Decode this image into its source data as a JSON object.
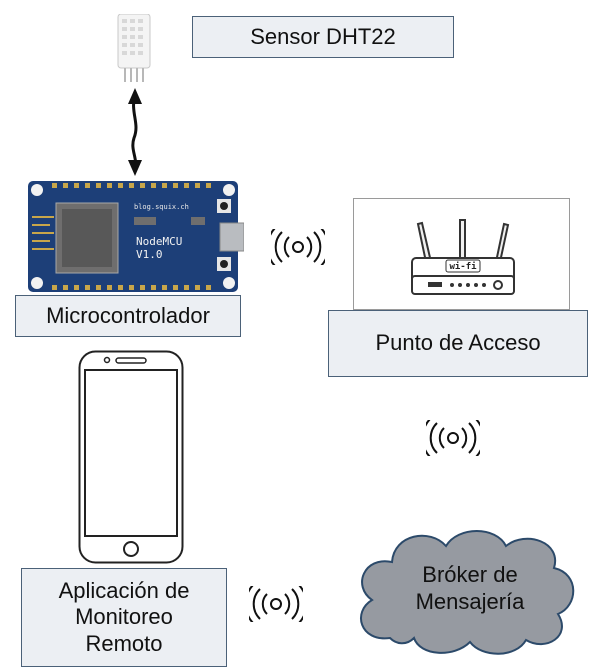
{
  "labels": {
    "sensor": "Sensor DHT22",
    "microcontroller": "Microcontrolador",
    "access_point": "Punto de Acceso",
    "app_line1": "Aplicación de",
    "app_line2": "Monitoreo",
    "app_line3": "Remoto",
    "broker_line1": "Bróker de",
    "broker_line2": "Mensajería"
  },
  "board": {
    "site": "blog.squix.ch",
    "model": "NodeMCU",
    "version": "V1.0"
  },
  "router": {
    "badge": "wi-fi"
  },
  "colors": {
    "label_fill": "#eceff3",
    "label_border": "#4b6178",
    "board_blue": "#1d3f78",
    "cloud_fill": "#969aa1"
  }
}
